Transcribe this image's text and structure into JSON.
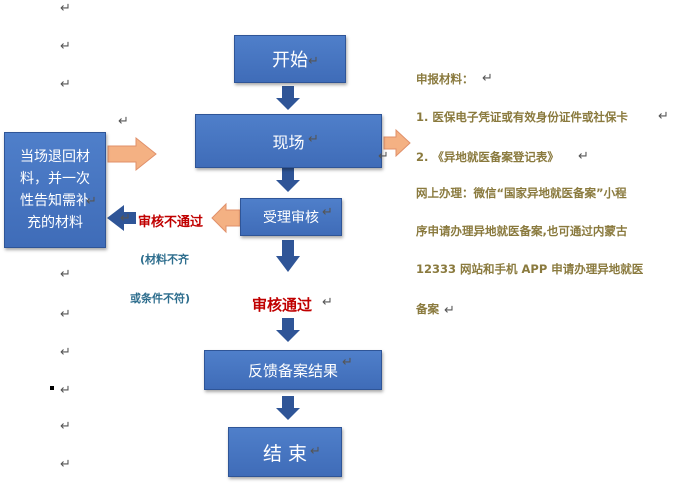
{
  "paragraph_mark": "↵",
  "flow": {
    "start": "开始",
    "onsite": "现场",
    "review": "受理审核",
    "feedback": "反馈备案结果",
    "end": "结 束"
  },
  "left_box": {
    "line1": "当场退回材",
    "line2": "料，并一次",
    "line3": "性告知需补",
    "line4": "充的材料"
  },
  "review_fail": {
    "label": "审核不通过",
    "note1": "(材料不齐",
    "note2": "或条件不符)"
  },
  "review_pass": {
    "label": "审核通过"
  },
  "info": {
    "heading": "申报材料：",
    "item1": "1.  医保电子凭证或有效身份证件或社保卡",
    "item2": "2.  《异地就医备案登记表》",
    "online1": "网上办理：微信“国家异地就医备案”小程",
    "online2": "序申请办理异地就医备案,也可通过内蒙古",
    "online3": "12333 网站和手机 APP 申请办理异地就医",
    "online4": "备案"
  },
  "colors": {
    "box_fill": "#4472c4",
    "down_arrow": "#2f5597",
    "orange_arrow": "#f4b183",
    "red_text": "#c00000",
    "info_text": "#8a7a3e"
  }
}
